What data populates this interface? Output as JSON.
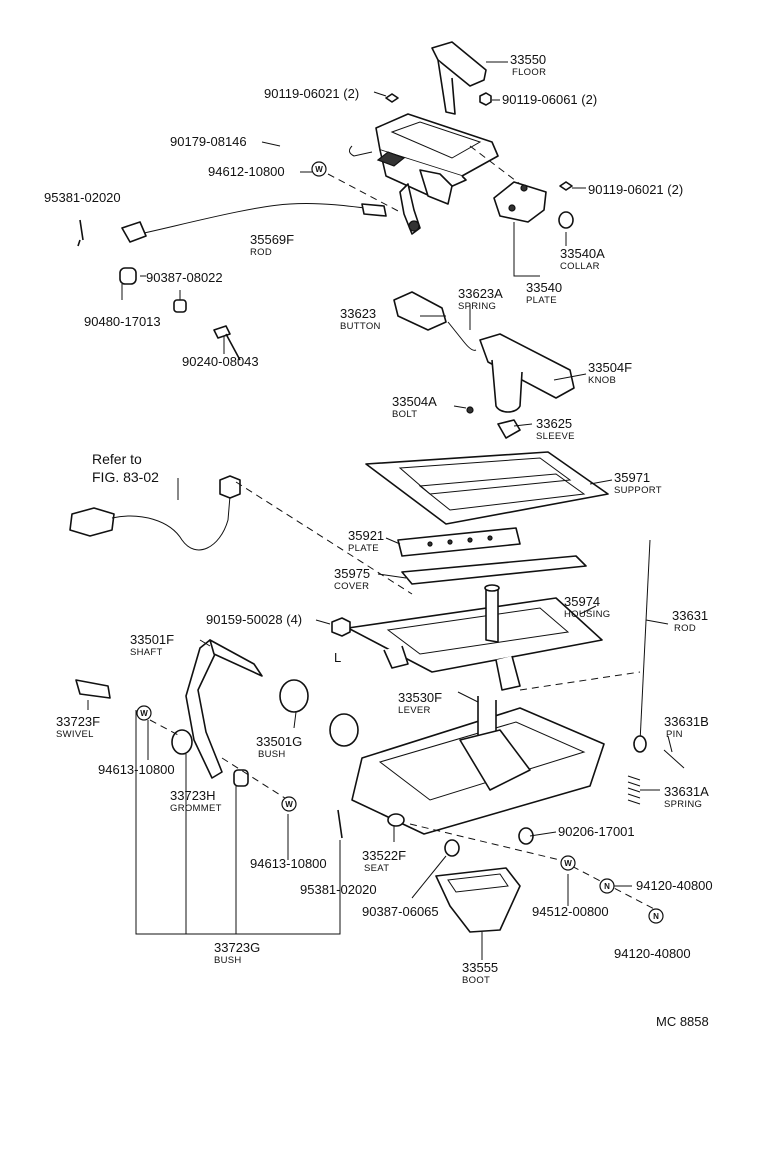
{
  "diagram_code": "MC 8858",
  "reference": {
    "line1": "Refer to",
    "line2": "FIG. 83-02"
  },
  "symbols": {
    "washer": "W",
    "nut": "N",
    "lever_mark": "L"
  },
  "parts": [
    {
      "id": "p33550",
      "number": "33550",
      "name": "FLOOR"
    },
    {
      "id": "p90119a",
      "number": "90119-06021 (2)",
      "name": ""
    },
    {
      "id": "p90119b",
      "number": "90119-06061 (2)",
      "name": ""
    },
    {
      "id": "p90179",
      "number": "90179-08146",
      "name": ""
    },
    {
      "id": "p94612",
      "number": "94612-10800",
      "name": ""
    },
    {
      "id": "p90119c",
      "number": "90119-06021 (2)",
      "name": ""
    },
    {
      "id": "p95381a",
      "number": "95381-02020",
      "name": ""
    },
    {
      "id": "p35569F",
      "number": "35569F",
      "name": "ROD"
    },
    {
      "id": "p33540A",
      "number": "33540A",
      "name": "COLLAR"
    },
    {
      "id": "p90387a",
      "number": "90387-08022",
      "name": ""
    },
    {
      "id": "p33540",
      "number": "33540",
      "name": "PLATE"
    },
    {
      "id": "p90480",
      "number": "90480-17013",
      "name": ""
    },
    {
      "id": "p33623A",
      "number": "33623A",
      "name": "SPRING"
    },
    {
      "id": "p33623",
      "number": "33623",
      "name": "BUTTON"
    },
    {
      "id": "p90240",
      "number": "90240-08043",
      "name": ""
    },
    {
      "id": "p33504F",
      "number": "33504F",
      "name": "KNOB"
    },
    {
      "id": "p33504A",
      "number": "33504A",
      "name": "BOLT"
    },
    {
      "id": "p33625",
      "number": "33625",
      "name": "SLEEVE"
    },
    {
      "id": "p35971",
      "number": "35971",
      "name": "SUPPORT"
    },
    {
      "id": "p35921",
      "number": "35921",
      "name": "PLATE"
    },
    {
      "id": "p35975",
      "number": "35975",
      "name": "COVER"
    },
    {
      "id": "p35974",
      "number": "35974",
      "name": "HOUSING"
    },
    {
      "id": "p90159",
      "number": "90159-50028 (4)",
      "name": ""
    },
    {
      "id": "p33631",
      "number": "33631",
      "name": "ROD"
    },
    {
      "id": "p33501F",
      "number": "33501F",
      "name": "SHAFT"
    },
    {
      "id": "p33530F",
      "number": "33530F",
      "name": "LEVER"
    },
    {
      "id": "p33723F",
      "number": "33723F",
      "name": "SWIVEL"
    },
    {
      "id": "p33501G",
      "number": "33501G",
      "name": "BUSH"
    },
    {
      "id": "p33631B",
      "number": "33631B",
      "name": "PIN"
    },
    {
      "id": "p94613a",
      "number": "94613-10800",
      "name": ""
    },
    {
      "id": "p33723H",
      "number": "33723H",
      "name": "GROMMET"
    },
    {
      "id": "p33631A",
      "number": "33631A",
      "name": "SPRING"
    },
    {
      "id": "p90206",
      "number": "90206-17001",
      "name": ""
    },
    {
      "id": "p94613b",
      "number": "94613-10800",
      "name": ""
    },
    {
      "id": "p33522F",
      "number": "33522F",
      "name": "SEAT"
    },
    {
      "id": "p95381b",
      "number": "95381-02020",
      "name": ""
    },
    {
      "id": "p94120a",
      "number": "94120-40800",
      "name": ""
    },
    {
      "id": "p94512",
      "number": "94512-00800",
      "name": ""
    },
    {
      "id": "p90387b",
      "number": "90387-06065",
      "name": ""
    },
    {
      "id": "p94120b",
      "number": "94120-40800",
      "name": ""
    },
    {
      "id": "p33723G",
      "number": "33723G",
      "name": "BUSH"
    },
    {
      "id": "p33555",
      "number": "33555",
      "name": "BOOT"
    }
  ]
}
